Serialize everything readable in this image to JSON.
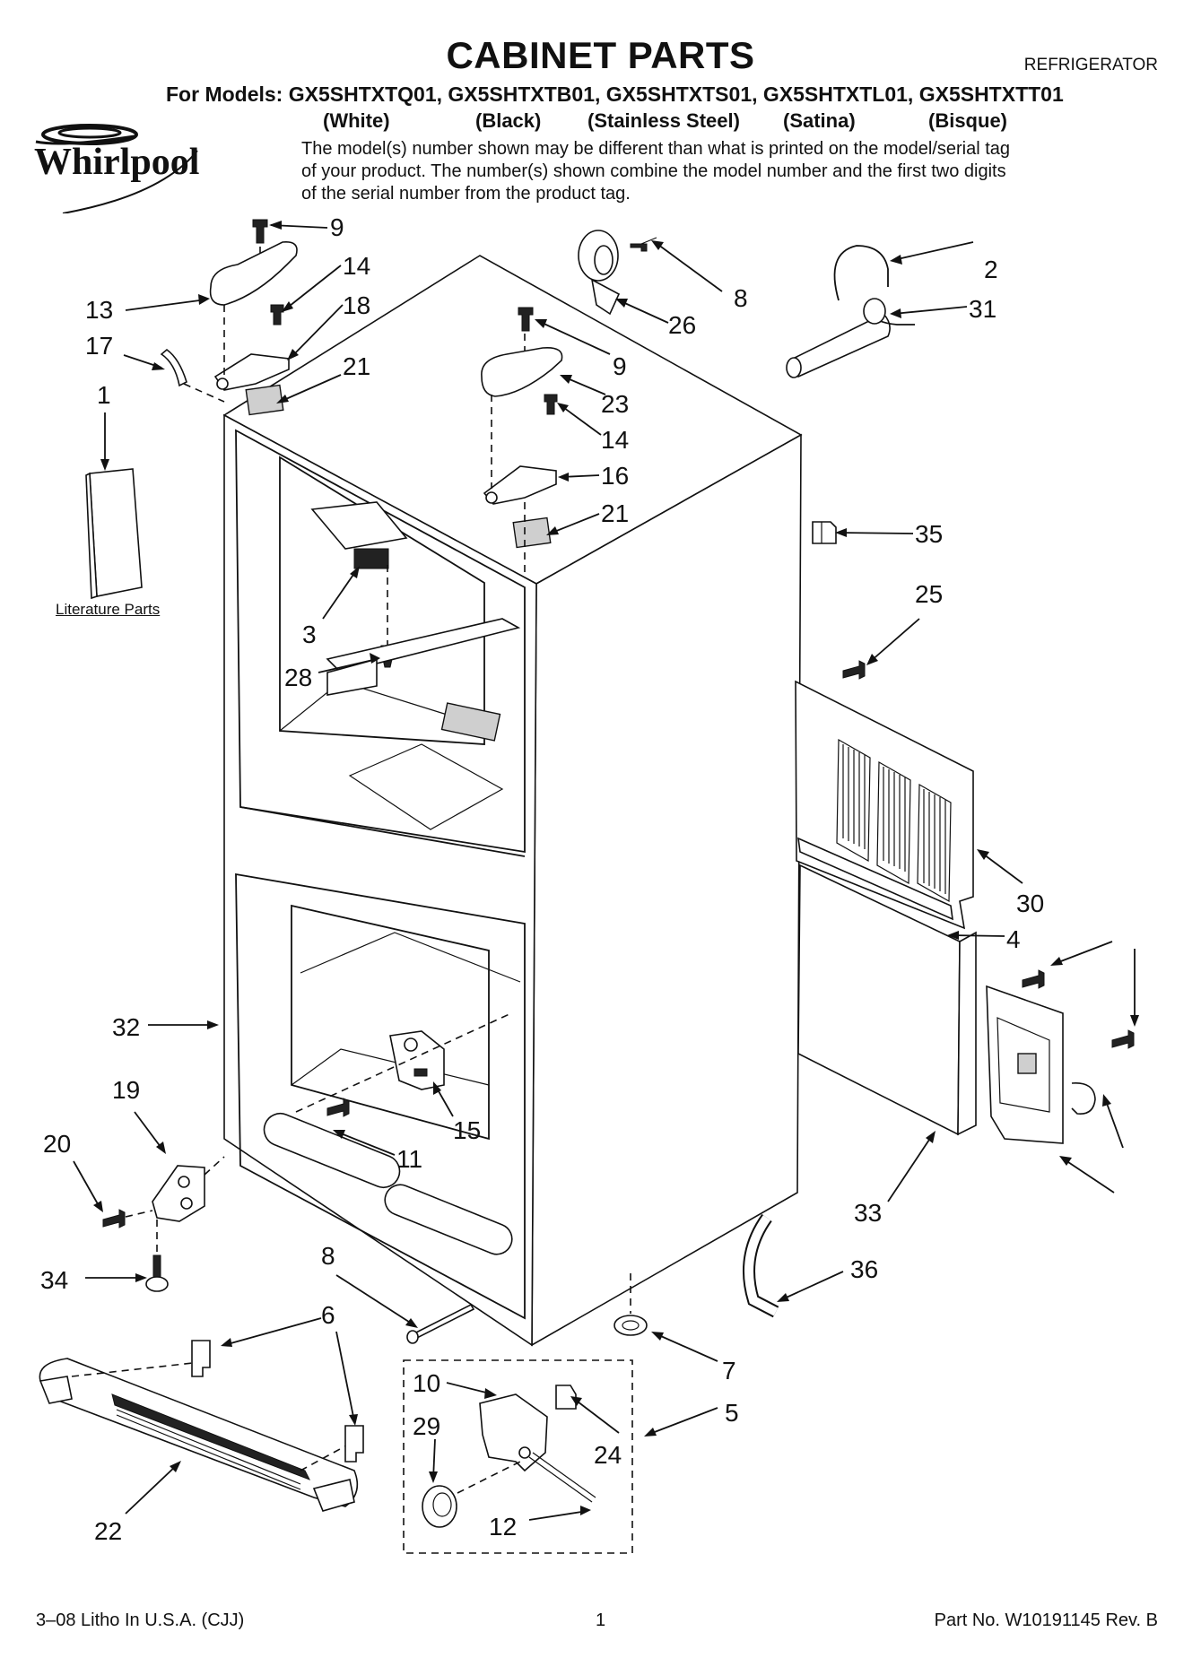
{
  "header": {
    "title": "CABINET PARTS",
    "appliance_type": "REFRIGERATOR",
    "models_line": "For Models: GX5SHTXTQ01, GX5SHTXTB01, GX5SHTXTS01, GX5SHTXTL01, GX5SHTXTT01",
    "finishes": [
      "(White)",
      "(Black)",
      "(Stainless Steel)",
      "(Satina)",
      "(Bisque)"
    ],
    "note": "The model(s) number shown may be different than what is printed on the model/serial tag of your product. The number(s) shown combine the model number and the first two digits of the serial number from the product tag.",
    "brand": "Whirlpool"
  },
  "diagram": {
    "literature_label": "Literature Parts",
    "callouts": [
      "9",
      "14",
      "13",
      "18",
      "17",
      "21",
      "1",
      "9",
      "23",
      "14",
      "16",
      "21",
      "3",
      "28",
      "8",
      "26",
      "2",
      "31",
      "35",
      "25",
      "30",
      "4",
      "32",
      "19",
      "15",
      "20",
      "11",
      "34",
      "33",
      "36",
      "8",
      "6",
      "7",
      "10",
      "5",
      "29",
      "24",
      "22",
      "12"
    ]
  },
  "footer": {
    "print_info": "3–08 Litho In U.S.A. (CJJ)",
    "page_number": "1",
    "part_number": "Part No. W10191145 Rev. B"
  }
}
